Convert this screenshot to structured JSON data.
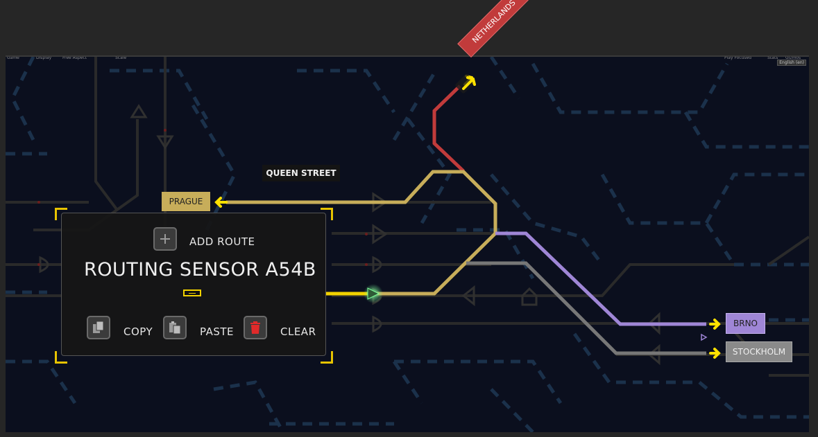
{
  "topbar": {
    "items": [
      "Game",
      "Display",
      "Free Aspect",
      "Scale",
      "Play Focused",
      "Stats",
      "Gizmos"
    ],
    "language": "English (en)"
  },
  "map": {
    "street_name": "Queen Street",
    "street_name_display": "QUEEN STREET",
    "destinations": {
      "netherlands": "NETHERLANDS",
      "prague": "PRAGUE",
      "brno": "BRNO",
      "stockholm": "STOCKHOLM"
    },
    "route_colors": {
      "netherlands": "#c13b3b",
      "prague": "#c7ad5a",
      "brno": "#9f86d6",
      "stockholm": "#8a8a8a",
      "active_sensor": "#f2d200",
      "selection_corners": "#e7c300"
    }
  },
  "panel": {
    "add_route_label": "ADD ROUTE",
    "title": "ROUTING SENSOR A54B",
    "copy_label": "COPY",
    "paste_label": "PASTE",
    "clear_label": "CLEAR",
    "icons": {
      "add": "plus-icon",
      "copy": "copy-icon",
      "paste": "paste-icon",
      "clear": "trash-icon"
    },
    "clear_icon_color": "#e02a2a"
  }
}
